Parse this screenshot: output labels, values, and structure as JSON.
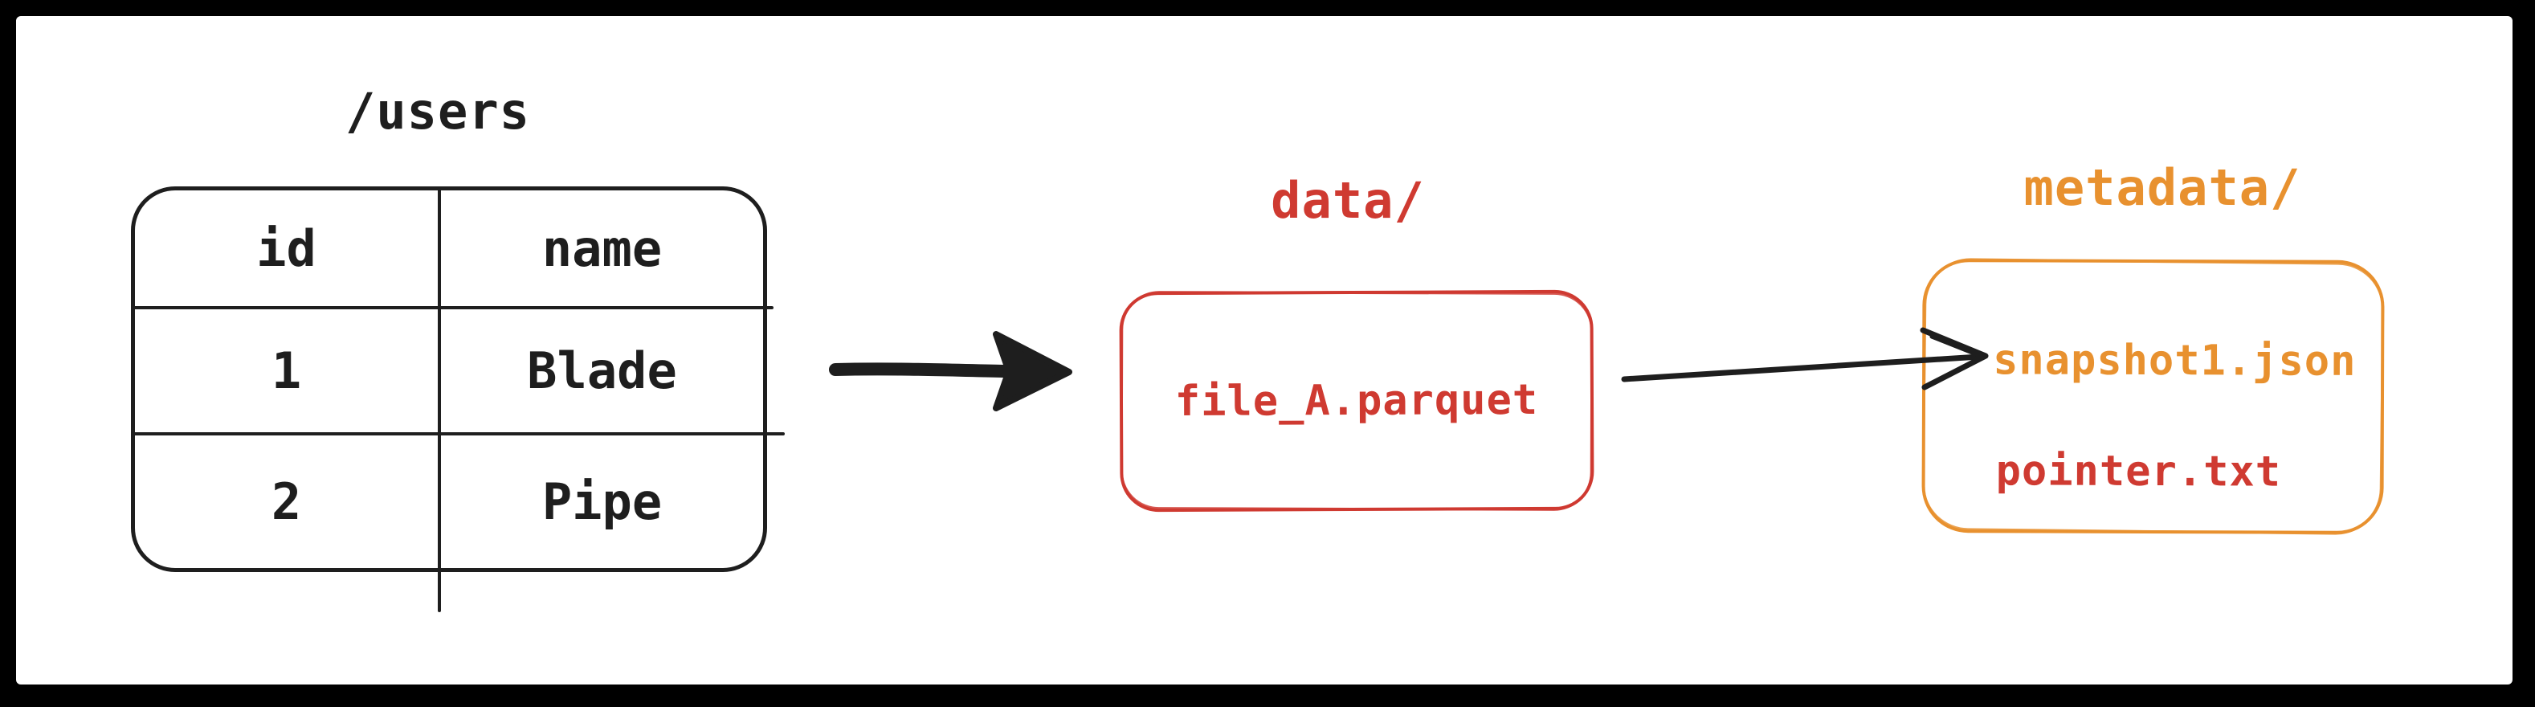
{
  "frame": {
    "background": "#000000",
    "canvas_background": "#ffffff"
  },
  "palette": {
    "ink": "#1e1e1e",
    "red": "#cf3a31",
    "orange": "#e8912f"
  },
  "users_table": {
    "title": "/users",
    "columns": [
      "id",
      "name"
    ],
    "rows": [
      [
        "1",
        "Blade"
      ],
      [
        "2",
        "Pipe"
      ]
    ]
  },
  "data_folder": {
    "label": "data/",
    "files": [
      {
        "name": "file_A.parquet",
        "color": "#cf3a31"
      }
    ]
  },
  "metadata_folder": {
    "label": "metadata/",
    "files": [
      {
        "name": "snapshot1.json",
        "color": "#e8912f"
      },
      {
        "name": "pointer.txt",
        "color": "#cf3a31"
      }
    ]
  }
}
